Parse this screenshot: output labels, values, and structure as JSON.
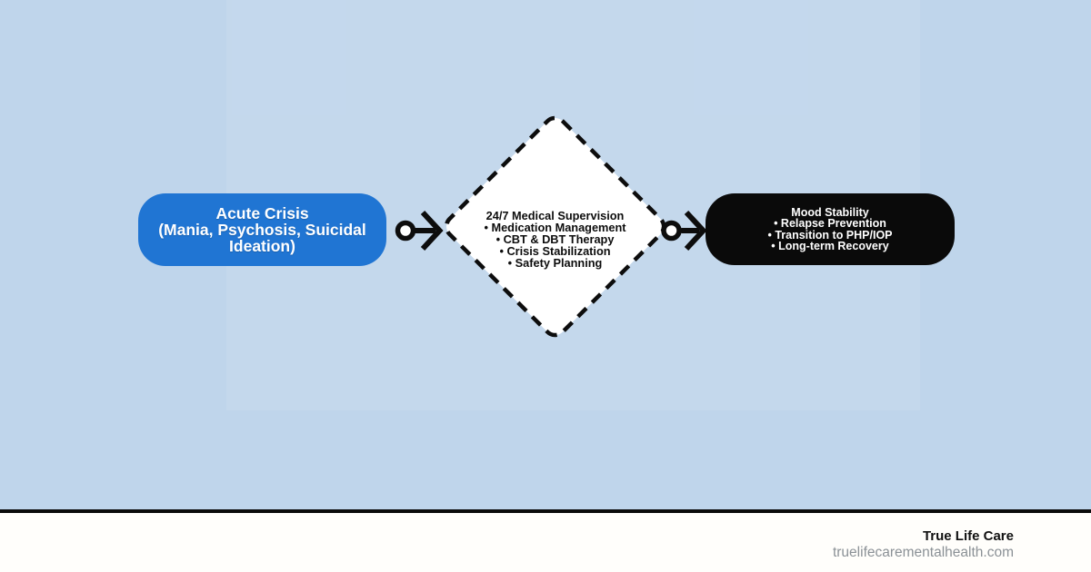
{
  "colors": {
    "background": "#bfd5eb",
    "stage_start_fill": "#2075d3",
    "stage_end_fill": "#0a0a0a",
    "diamond_fill": "#ffffff",
    "line_stroke": "#0d0d0d",
    "footer_background": "#fffefb",
    "footer_brand_text": "#111111",
    "footer_website_text": "#8b9196"
  },
  "flowchart": {
    "stage_start": {
      "text": "Acute Crisis\n(Mania, Psychosis, Suicidal\nIdeation)"
    },
    "stage_process": {
      "text": "24/7 Medical Supervision\n• Medication Management\n• CBT & DBT Therapy\n• Crisis Stabilization\n• Safety Planning"
    },
    "stage_end": {
      "text": "Mood Stability\n• Relapse Prevention\n• Transition to PHP/IOP\n• Long-term Recovery"
    }
  },
  "footer": {
    "brand": "True Life Care",
    "website": "truelifecarementalhealth.com"
  }
}
